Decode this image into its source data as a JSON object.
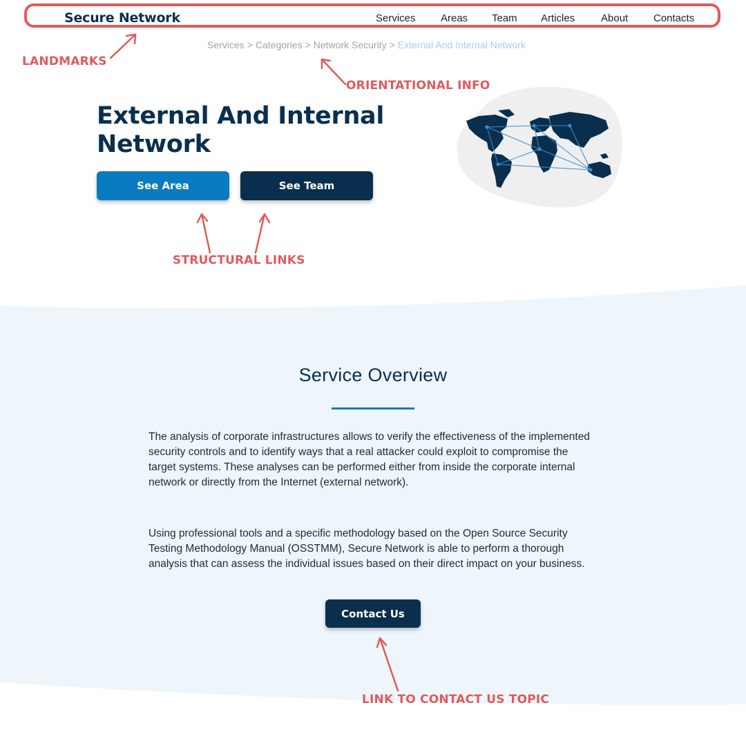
{
  "header": {
    "logo": "Secure Network",
    "nav": [
      "Services",
      "Areas",
      "Team",
      "Articles",
      "About",
      "Contacts"
    ]
  },
  "breadcrumb": {
    "items": [
      "Services",
      "Categories",
      "Network Security"
    ],
    "current": "External And Internal Network",
    "separator": ">"
  },
  "hero": {
    "title_line1": "External And Internal",
    "title_line2": "Network",
    "see_area": "See Area",
    "see_team": "See Team",
    "illustration": "world-network-map-icon"
  },
  "overview": {
    "title": "Service Overview",
    "paragraph1": "The analysis of corporate infrastructures allows to verify the effectiveness of the implemented security controls and to identify ways that a real attacker could exploit to compromise the target systems. These analyses can be performed either from inside the corporate internal network or directly from the Internet (external network).",
    "paragraph2": "Using professional tools and a specific methodology based on the Open Source Security Testing Methodology Manual (OSSTMM), Secure Network is able to perform a thorough analysis that can assess the individual issues based on their direct impact on your business.",
    "contact_button": "Contact Us"
  },
  "annotations": {
    "landmarks": "LANDMARKS",
    "orientational": "ORIENTATIONAL INFO",
    "structural": "STRUCTURAL LINKS",
    "contact_topic": "LINK TO CONTACT US TOPIC"
  },
  "colors": {
    "brand_dark": "#0a2f4e",
    "brand_blue": "#0a7bc0",
    "annotation_red": "#e05a5a",
    "section_bg": "#eef6fb"
  }
}
